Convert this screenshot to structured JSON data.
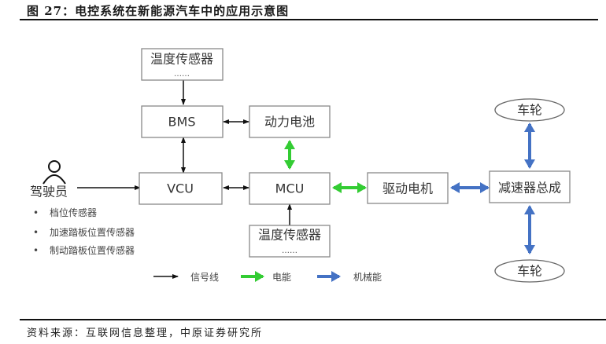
{
  "figure": {
    "title": "图 27：电控系统在新能源汽车中的应用示意图",
    "source": "资料来源：互联网信息整理，中原证券研究所"
  },
  "nodes": {
    "temp_sensor_top": {
      "label": "温度传感器",
      "sub": "……"
    },
    "bms": {
      "label": "BMS"
    },
    "battery": {
      "label": "动力电池"
    },
    "vcu": {
      "label": "VCU"
    },
    "mcu": {
      "label": "MCU"
    },
    "temp_sensor_bottom": {
      "label": "温度传感器",
      "sub": "……"
    },
    "motor": {
      "label": "驱动电机"
    },
    "reducer": {
      "label": "减速器总成"
    },
    "wheel_top": {
      "label": "车轮"
    },
    "wheel_bottom": {
      "label": "车轮"
    },
    "driver": {
      "label": "驾驶员",
      "sensors": [
        "档位传感器",
        "加速踏板位置传感器",
        "制动踏板位置传感器"
      ],
      "bullet": "•"
    }
  },
  "legend": [
    {
      "label": "信号线",
      "color": "#111111"
    },
    {
      "label": "电能",
      "color": "#33cc33"
    },
    {
      "label": "机械能",
      "color": "#4472c4"
    }
  ],
  "colors": {
    "signal": "#111111",
    "electric": "#33cc33",
    "mechanical": "#4472c4"
  }
}
